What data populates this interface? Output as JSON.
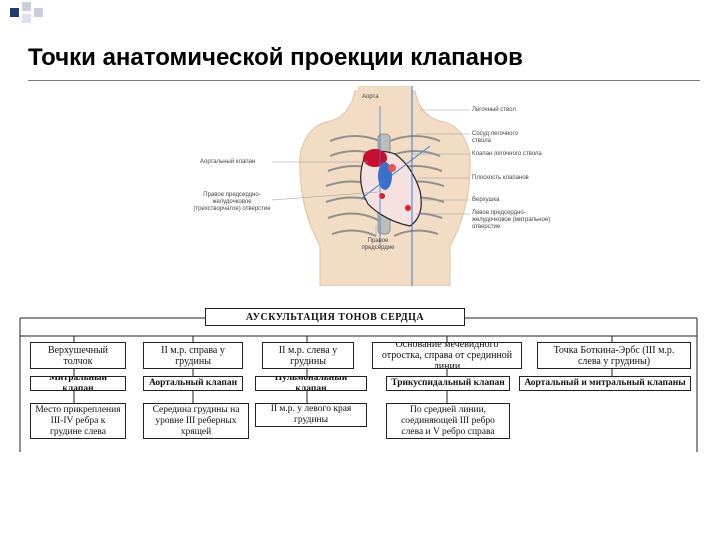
{
  "slide": {
    "title": "Точки анатомической проекции клапанов",
    "accent_color": "#1f3a6e",
    "corner_colors": [
      "#1f3a6e",
      "#c9cfdb"
    ]
  },
  "figure": {
    "labels": {
      "aorta": "Аорта",
      "r1": "Легочный ствол",
      "r2": "Сосуд легочного ствола",
      "r3": "Клапан легочного ствола",
      "r4": "Плоскость клапанов",
      "r5": "Верхушка",
      "r6": "Левое предсердно-желудочковое (митральное) отверстие",
      "l1": "Аортальный клапан",
      "l2": "Правое предсердно-желудочковое (трехстворчатое) отверстие",
      "bottom": "Правое предсердие"
    }
  },
  "scheme": {
    "header": "АУСКУЛЬТАЦИЯ ТОНОВ СЕРДЦА",
    "points": [
      "Верхушечный толчок",
      "II м.р. справа у грудины",
      "II м.р. слева у грудины",
      "Основание мечевидного отростка, справа от срединной линии",
      "Точка Боткина-Эрбс (III м.р. слева у грудины)"
    ],
    "valves": [
      "Митральный клапан",
      "Аортальный клапан",
      "Пульмональный клапан",
      "Трикуспидальный клапан",
      "Аортальный и митральный клапаны"
    ],
    "descriptions": [
      "Место прикрепления III-IV ребра к грудине слева",
      "Середина грудины на уровне III реберных хрящей",
      "II м.р. у левого края грудины",
      "По средней линии, соединяющей III ребро слева и V ребро справа"
    ]
  }
}
